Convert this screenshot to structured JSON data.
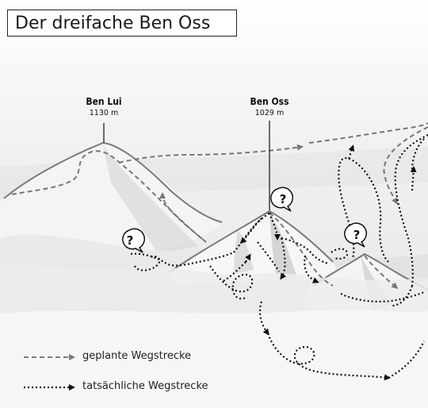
{
  "title": "Der dreifache Ben Oss",
  "peaks": [
    {
      "name": "Ben Lui",
      "height": "1130 m"
    },
    {
      "name": "Ben Oss",
      "height": "1029 m"
    }
  ],
  "question_mark": "?",
  "legend": {
    "planned": "geplante Wegstrecke",
    "actual": "tatsächliche Wegstrecke"
  }
}
